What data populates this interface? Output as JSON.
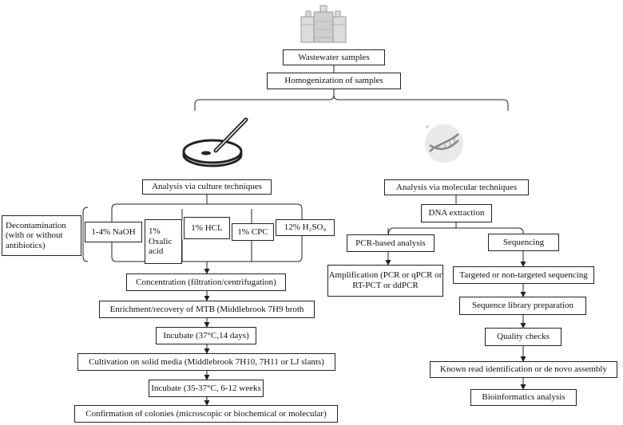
{
  "diagram": {
    "top": {
      "wastewater": "Wastewater samples",
      "homogenization": "Homogenization of samples"
    },
    "culture": {
      "header": "Analysis via culture techniques",
      "decontamination": "Decontamination (with or without antibiotics)",
      "agents": {
        "naoh": "1-4% NaOH",
        "oxalic": "1% Oxalic acid",
        "hcl": "1% HCL",
        "cpc": "1% CPC",
        "h2so4": "12% H₂SO₄"
      },
      "steps": {
        "concentration": "Concentration (filtration/centrifugation)",
        "enrichment": "Enrichment/recovery of MTB (Middlebrook 7H9 broth",
        "incubate1": "Incubate (37°C,14 days)",
        "cultivation": "Cultivation on solid media (Middlebrook 7H10, 7H11 or LJ slants)",
        "incubate2": "Incubate (35-37°C, 6-12 weeks",
        "confirmation": "Confirmation of colonies (microscopic or biochemical or molecular)"
      }
    },
    "molecular": {
      "header": "Analysis via molecular techniques",
      "dna": "DNA extraction",
      "pcr": {
        "header": "PCR-based analysis",
        "amplification": "Amplification (PCR or qPCR or RT-PCT or ddPCR"
      },
      "sequencing": {
        "header": "Sequencing",
        "targeted": "Targeted or non-targeted sequencing",
        "library": "Sequence library preparation",
        "quality": "Quality checks",
        "known": "Known read identification or de novo assembly",
        "bioinformatics": "Bioinformatics analysis"
      }
    },
    "icons": [
      "water-bottles-icon",
      "petri-dish-icon",
      "dna-helix-icon"
    ],
    "colors": {
      "line": "#222222",
      "box_border": "#222222"
    }
  }
}
